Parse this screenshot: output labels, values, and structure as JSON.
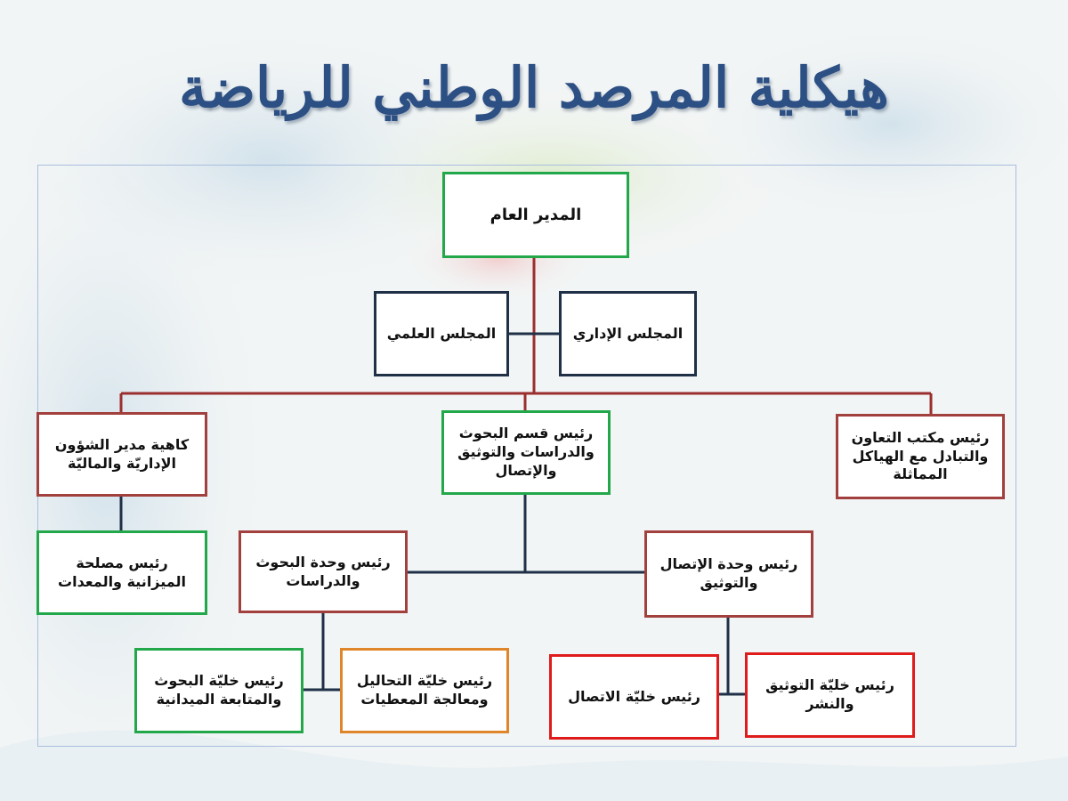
{
  "title": "هيكلية المرصد الوطني للرياضة",
  "nodes": {
    "director": "المدير العام",
    "scientific_council": "المجلس العلمي",
    "admin_council": "المجلس الإداري",
    "admin_finance": "كاهية مدير الشؤون الإداريّة والماليّة",
    "research_dept": "رئيس قسم البحوث والدراسات والتوثيق والإتصال",
    "cooperation_office": "رئيس مكتب التعاون والتبادل مع الهياكل المماثلة",
    "budget_service": "رئيس مصلحة الميزانية والمعدات",
    "research_unit": "رئيس وحدة البحوث والدراسات",
    "communication_unit": "رئيس وحدة الإتصال والتوثيق",
    "research_cell": "رئيس خليّة البحوث والمتابعة الميدانية",
    "analysis_cell": "رئيس خليّة التحاليل ومعالجة المعطيات",
    "communication_cell": "رئيس خليّة الاتصال",
    "documentation_cell": "رئيس خليّة التوثيق والنشر"
  },
  "colors": {
    "title": "#2c4f84",
    "green_border": "#22a84a",
    "navy_border": "#1f3047",
    "maroon_border": "#a2403e",
    "red_border": "#e01b1b",
    "orange_border": "#e0862a",
    "maroon_line": "#9b2f2f",
    "navy_line": "#1f3047"
  }
}
